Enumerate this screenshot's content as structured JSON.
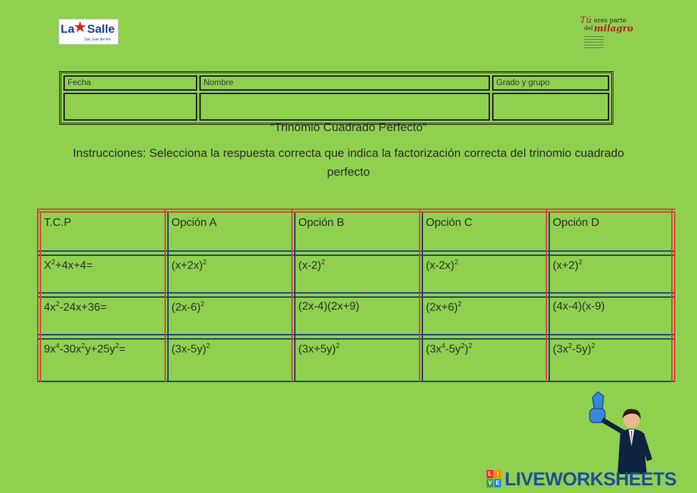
{
  "header": {
    "school_logo": {
      "la": "La",
      "salle": "Salle",
      "sub": "San Juan del Río"
    },
    "slogan_logo": {
      "tu": "Tú",
      "eres": "eres parte",
      "del": "del",
      "milagro": "milagro"
    }
  },
  "info_table": {
    "fecha_label": "Fecha",
    "nombre_label": "Nombre",
    "grado_label": "Grado y grupo"
  },
  "title": "“Trinomio Cuadrado Perfecto”",
  "instructions": "Instrucciones: Selecciona la respuesta correcta que indica la factorización correcta del trinomio cuadrado perfecto",
  "quiz": {
    "headers": [
      "T.C.P",
      "Opción A",
      "Opción B",
      "Opción C",
      "Opción D"
    ],
    "rows": [
      [
        {
          "t": "X",
          "s": "2",
          "r": "+4x+4="
        },
        {
          "t": "(x+2x)",
          "s": "2"
        },
        {
          "t": "(x-2)",
          "s": "2"
        },
        {
          "t": "(x-2x)",
          "s": "2"
        },
        {
          "t": "(x+2)",
          "s": "2"
        }
      ],
      [
        {
          "t": "4x",
          "s": "2",
          "r": "-24x+36="
        },
        {
          "t": "(2x-6)",
          "s": "2"
        },
        {
          "t": "(2x-4)(2x+9)"
        },
        {
          "t": "(2x+6)",
          "s": "2"
        },
        {
          "t": "(4x-4)(x-9)"
        }
      ],
      [
        {
          "t": "9x",
          "s": "4",
          "r": "-30x",
          "s2": "2",
          "r2": "y+25y",
          "s3": "2",
          "r3": "="
        },
        {
          "t": "(3x-5y)",
          "s": "2"
        },
        {
          "t": "(3x+5y)",
          "s": "2"
        },
        {
          "t": "(3x",
          "s": "4",
          "r": "-5y",
          "s2": "2",
          "r2": ")",
          "s3": "2"
        },
        {
          "t": "(3x",
          "s": "2",
          "r": "-5y)",
          "s2": "2"
        }
      ]
    ]
  },
  "watermark": {
    "text": "LIVEWORKSHEETS",
    "badge": [
      "L",
      "I",
      "V",
      "E"
    ]
  },
  "colors": {
    "background": "#8fd14f",
    "red_line": "#d0453a",
    "blue_line": "#1f3f6e",
    "brand_blue": "#1d4f9c"
  }
}
